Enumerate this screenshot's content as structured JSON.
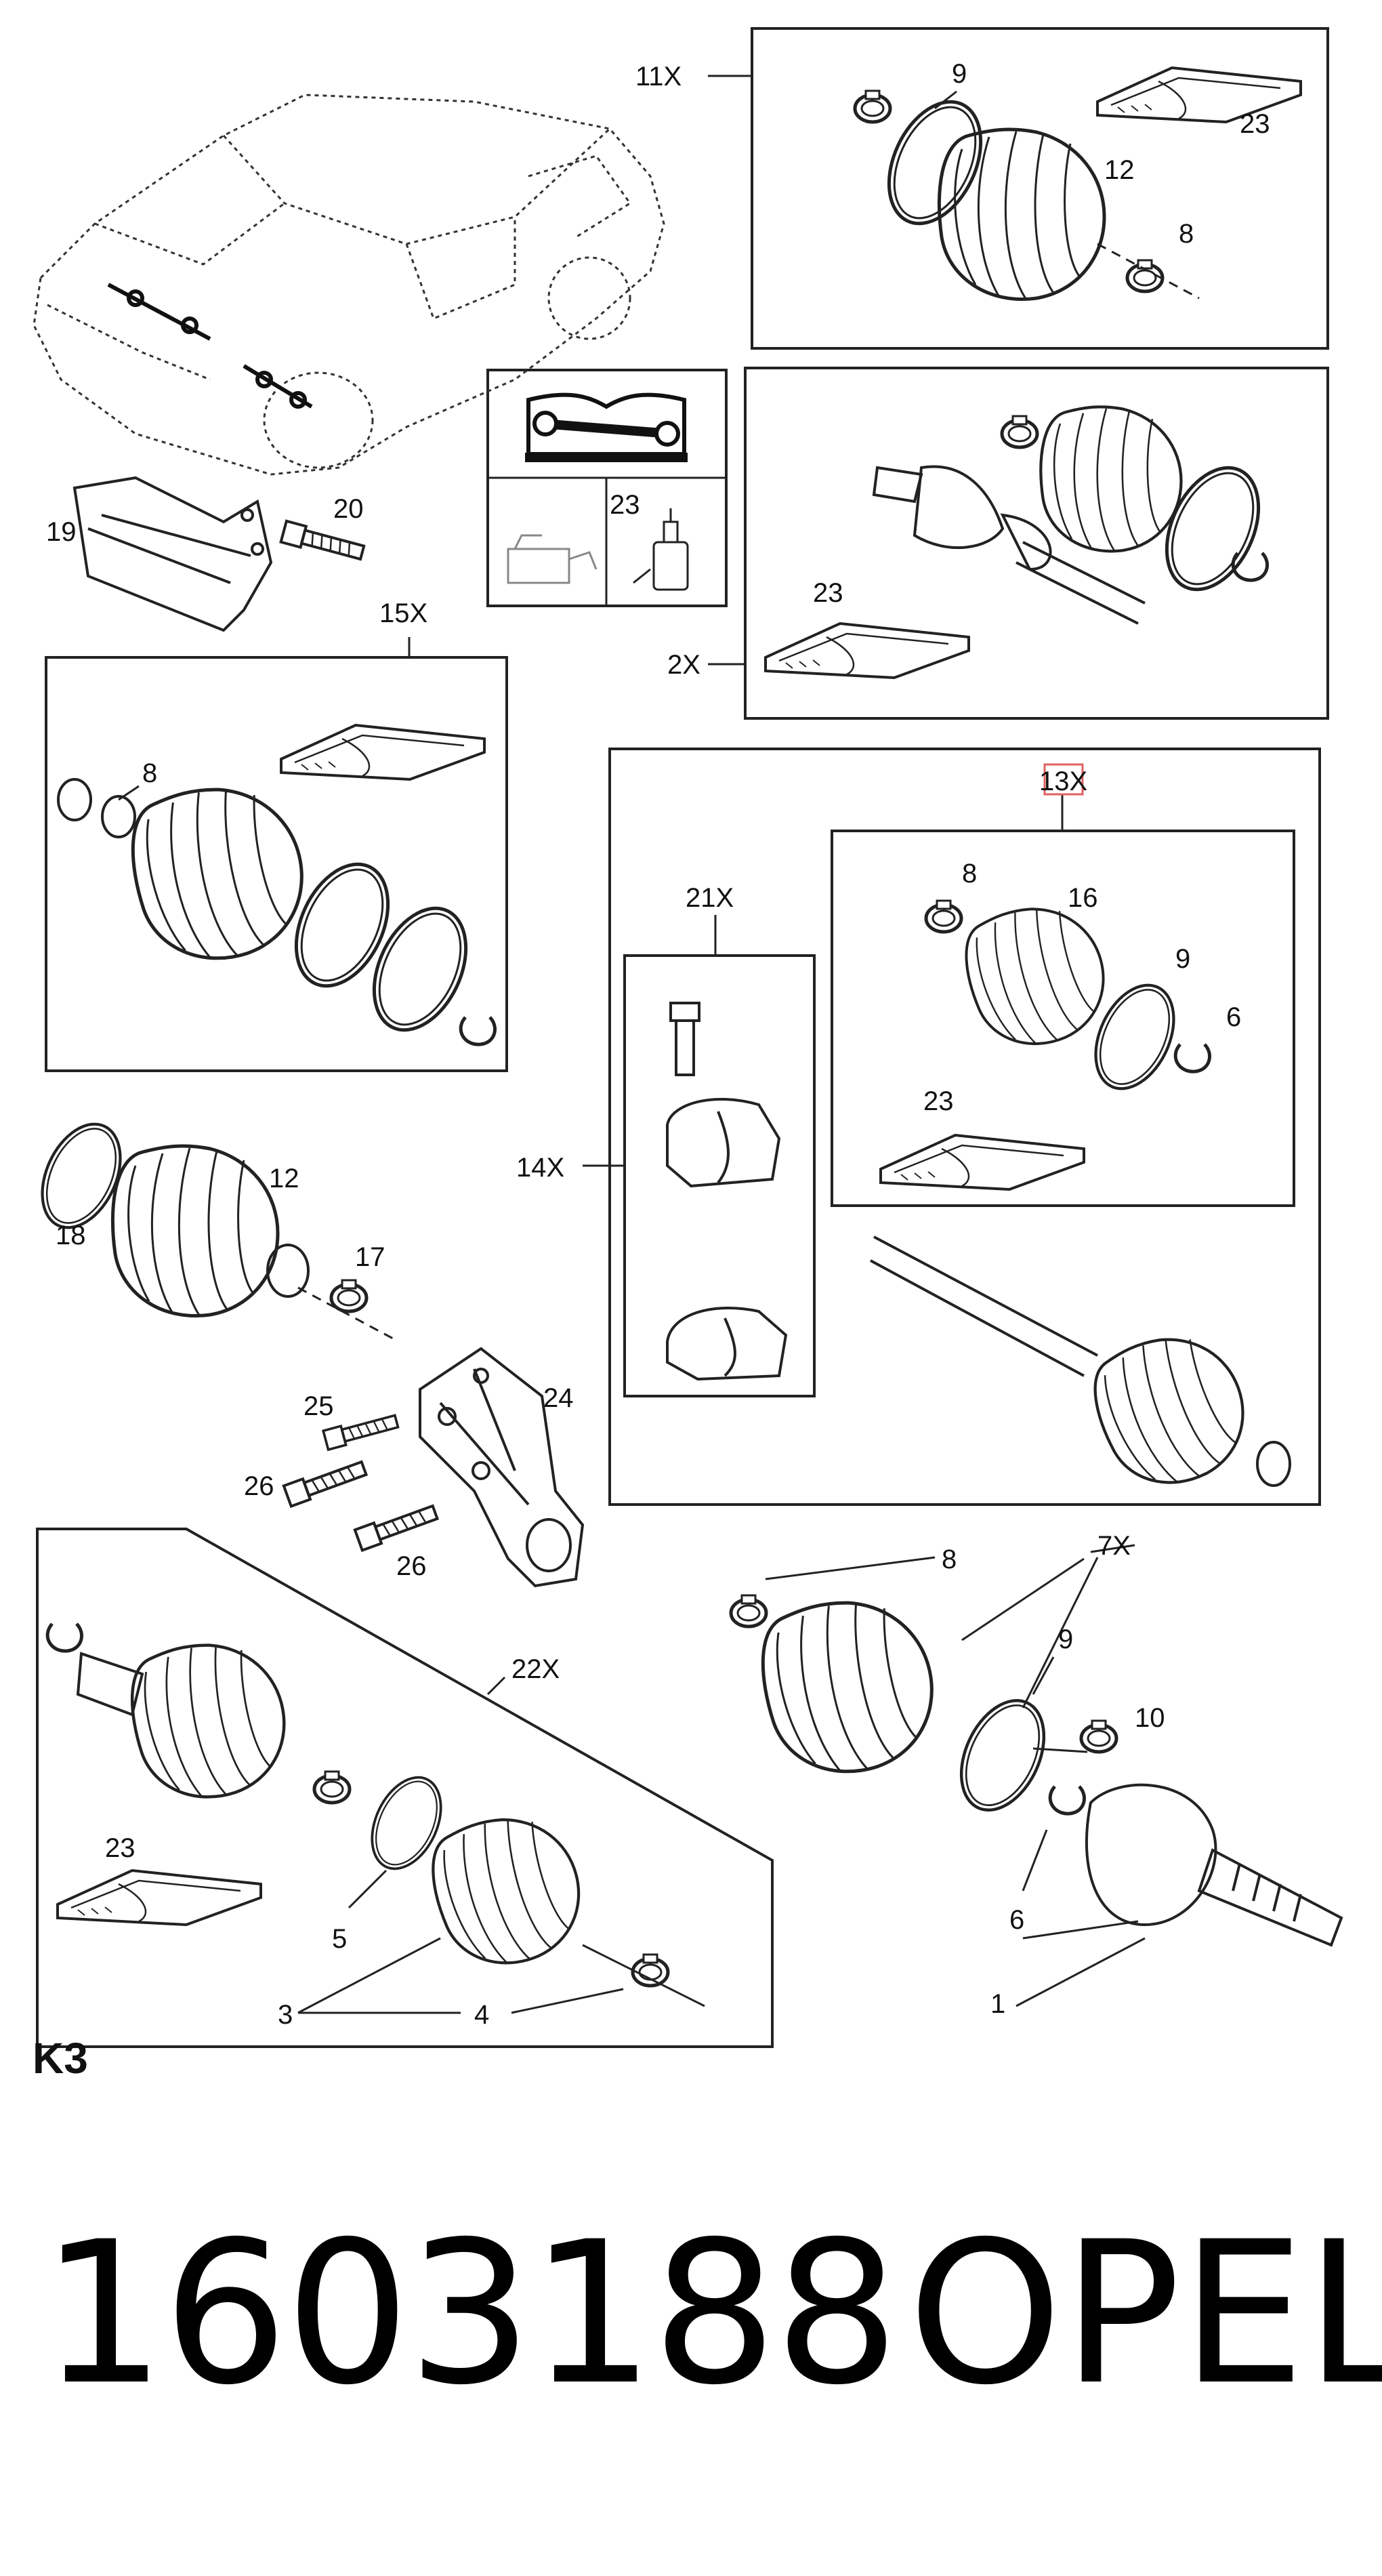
{
  "callouts": {
    "c1": "11X",
    "c2": "9",
    "c3": "23",
    "c4": "12",
    "c5": "8",
    "c6": "20",
    "c7": "19",
    "c8": "23",
    "c9": "23",
    "c10": "2X",
    "c11": "15X",
    "c12": "8",
    "c13": "13X",
    "c14": "8",
    "c15": "16",
    "c16": "21X",
    "c17": "9",
    "c18": "6",
    "c19": "23",
    "c20": "14X",
    "c21": "12",
    "c22": "18",
    "c23": "17",
    "c24": "25",
    "c25": "24",
    "c26": "26",
    "c27": "26",
    "c28": "8",
    "c29": "7X",
    "c30": "9",
    "c31": "22X",
    "c32": "10",
    "c33": "23",
    "c34": "5",
    "c35": "6",
    "c36": "3",
    "c37": "4",
    "c38": "1"
  },
  "page_code": "K3",
  "part_number": "1603188",
  "brand": "OPEL",
  "colors": {
    "line": "#222222",
    "highlight": "#e06060",
    "background": "#ffffff"
  }
}
